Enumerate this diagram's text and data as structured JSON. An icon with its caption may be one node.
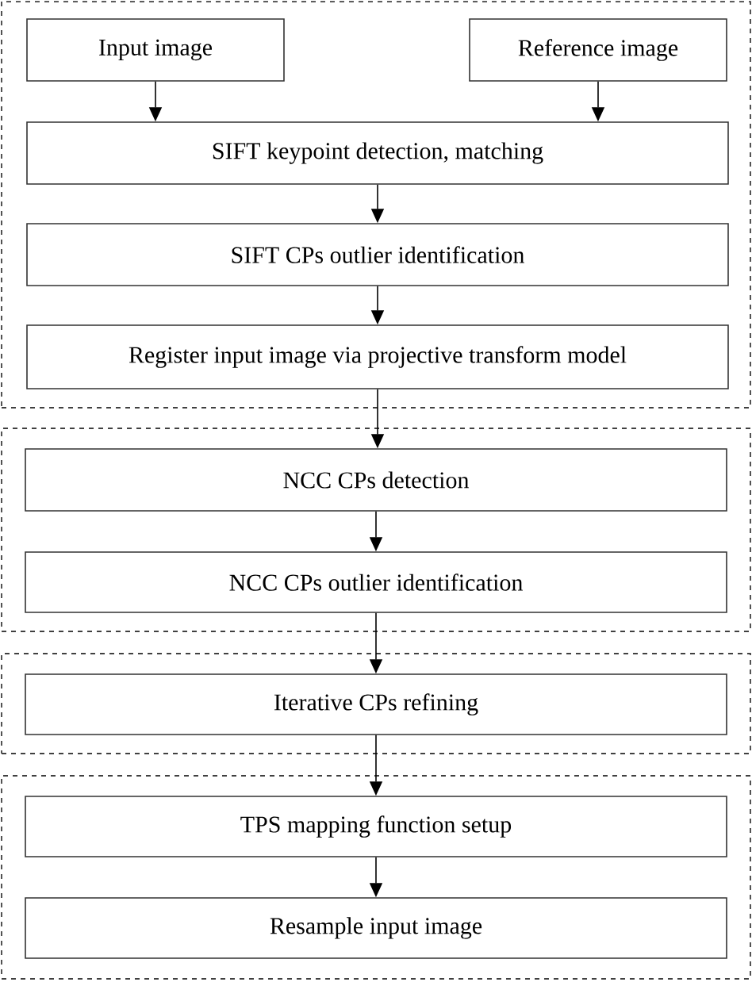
{
  "diagram": {
    "nodes": [
      {
        "text": [],
        "shape": "box"
      },
      {
        "text": [
          "Input image"
        ],
        "in": 0
      },
      {
        "text": [
          "Reference image"
        ],
        "in": 0
      },
      {
        "text": [
          "SIFT keypoint detection, matching"
        ],
        "in": 0
      },
      {
        "text": [
          "SIFT CPs outlier identification"
        ],
        "in": 0
      },
      {
        "text": [
          "Register input image via projective transform model"
        ],
        "in": 0
      },
      {
        "text": [],
        "shape": "box"
      },
      {
        "text": [
          "NCC CPs detection"
        ],
        "in": 6
      },
      {
        "text": [
          "NCC CPs outlier identification"
        ],
        "in": 6
      },
      {
        "text": [],
        "shape": "box"
      },
      {
        "text": [
          "Iterative CPs refining"
        ],
        "in": 9
      },
      {
        "text": [],
        "shape": "box"
      },
      {
        "text": [
          "TPS mapping function setup"
        ],
        "in": 11
      },
      {
        "text": [
          "Resample input image"
        ],
        "in": 11
      }
    ],
    "edges": [
      {
        "from": 1,
        "to": 3,
        "arrow": "to"
      },
      {
        "from": 2,
        "to": 3,
        "arrow": "to"
      },
      {
        "from": 3,
        "to": 4,
        "arrow": "to"
      },
      {
        "from": 4,
        "to": 5,
        "arrow": "to"
      },
      {
        "from": 5,
        "to": 7,
        "arrow": "to"
      },
      {
        "from": 7,
        "to": 8,
        "arrow": "to"
      },
      {
        "from": 8,
        "to": 10,
        "arrow": "to"
      },
      {
        "from": 10,
        "to": 12,
        "arrow": "to"
      },
      {
        "from": 12,
        "to": 13,
        "arrow": "to"
      }
    ]
  }
}
